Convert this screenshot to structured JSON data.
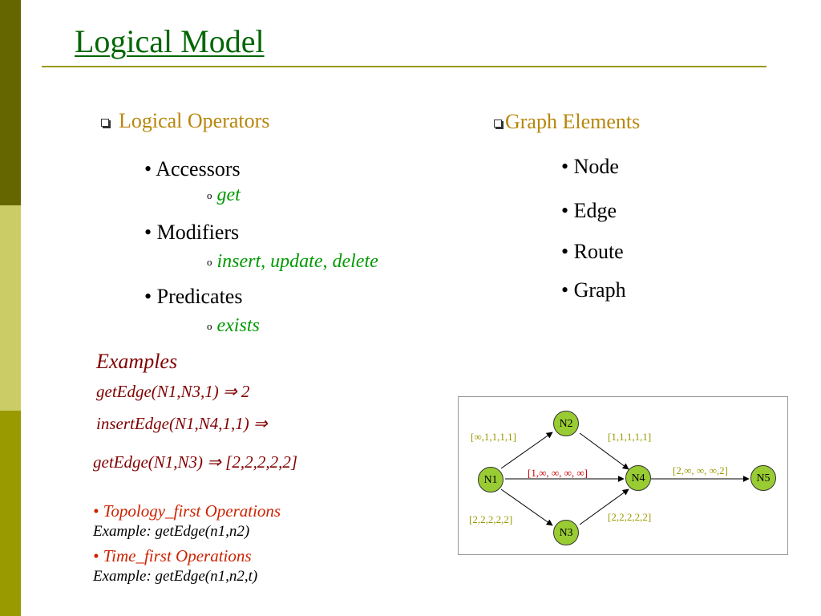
{
  "title": "Logical Model",
  "left": {
    "header": "Logical Operators",
    "groups": [
      {
        "label": "Accessors",
        "ops": "get"
      },
      {
        "label": "Modifiers",
        "ops": "insert, update, delete"
      },
      {
        "label": "Predicates",
        "ops": "exists"
      }
    ],
    "sub_marker": "o"
  },
  "right": {
    "header": "Graph Elements",
    "items": [
      "Node",
      "Edge",
      "Route",
      "Graph"
    ]
  },
  "bullet": "•",
  "examples": {
    "heading": "Examples",
    "lines": [
      "getEdge(N1,N3,1) ⇒ 2",
      "insertEdge(N1,N4,1,1) ⇒",
      "getEdge(N1,N3) ⇒ [2,2,2,2,2]"
    ],
    "ops": [
      {
        "name": "• Topology_first Operations",
        "example": "Example: getEdge(n1,n2)"
      },
      {
        "name": "• Time_first Operations",
        "example": "Example: getEdge(n1,n2,t)"
      }
    ]
  },
  "graph": {
    "nodes": [
      "N1",
      "N2",
      "N3",
      "N4",
      "N5"
    ],
    "edges": [
      {
        "from": "N1",
        "to": "N2",
        "label": "[∞,1,1,1,1]"
      },
      {
        "from": "N2",
        "to": "N4",
        "label": "[1,1,1,1,1]"
      },
      {
        "from": "N1",
        "to": "N4",
        "label": "[1,∞, ∞, ∞, ∞]"
      },
      {
        "from": "N4",
        "to": "N5",
        "label": "[2,∞, ∞, ∞,2]"
      },
      {
        "from": "N1",
        "to": "N3",
        "label": "[2,2,2,2,2]"
      },
      {
        "from": "N3",
        "to": "N4",
        "label": "[2,2,2,2,2]"
      }
    ],
    "colors": {
      "node": "#99cc33",
      "label": "#999900",
      "highlight": "#cc0000"
    }
  }
}
